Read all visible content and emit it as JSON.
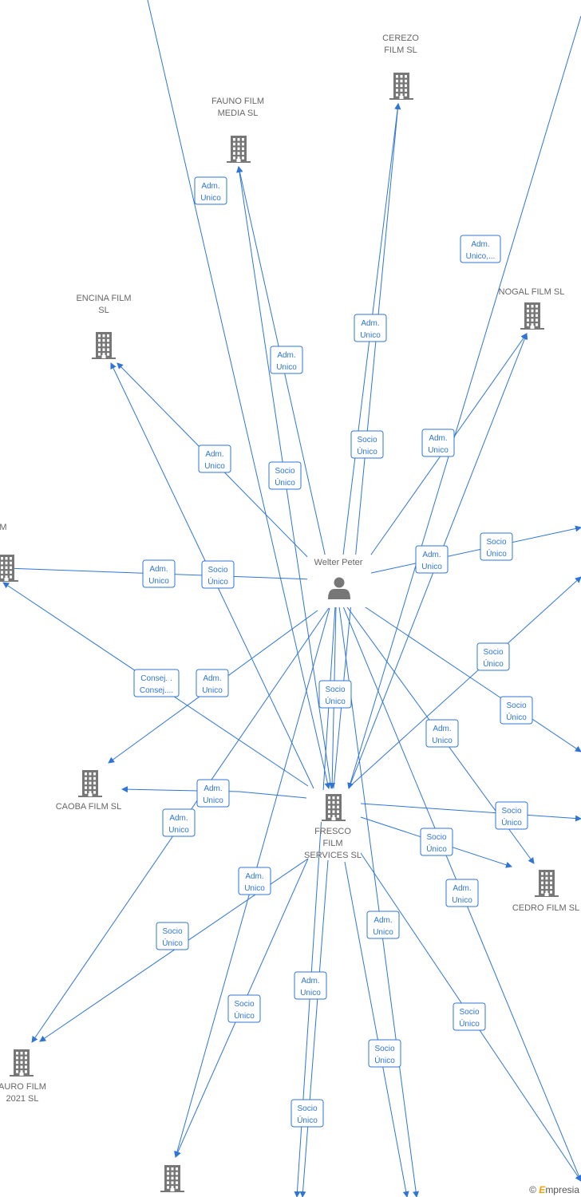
{
  "colors": {
    "edge": "#2f75d6",
    "node_icon": "#777777",
    "label": "#666666"
  },
  "people": [
    {
      "id": "welter",
      "name": "Welter Peter",
      "icon": "person-icon"
    }
  ],
  "companies": [
    {
      "id": "cerezo",
      "label": [
        "CEREZO",
        "FILM  SL"
      ],
      "icon": "building-icon"
    },
    {
      "id": "fauno",
      "label": [
        "FAUNO FILM",
        "MEDIA  SL"
      ],
      "icon": "building-icon"
    },
    {
      "id": "nogal",
      "label": [
        "NOGAL FILM  SL"
      ],
      "icon": "building-icon"
    },
    {
      "id": "encina",
      "label": [
        "ENCINA FILM",
        "SL"
      ],
      "icon": "building-icon"
    },
    {
      "id": "left",
      "label": [
        "M"
      ],
      "icon": "building-icon"
    },
    {
      "id": "caoba",
      "label": [
        "CAOBA FILM  SL"
      ],
      "icon": "building-icon"
    },
    {
      "id": "fresco",
      "label": [
        "FRESCO",
        "FILM",
        "SERVICES SL"
      ],
      "icon": "building-icon"
    },
    {
      "id": "cedro",
      "label": [
        "CEDRO FILM  SL"
      ],
      "icon": "building-icon"
    },
    {
      "id": "lauro",
      "label": [
        "AURO FILM",
        "2021  SL"
      ],
      "icon": "building-icon"
    },
    {
      "id": "bottom",
      "label": [],
      "icon": "building-icon"
    }
  ],
  "edge_labels": [
    [
      "Adm.",
      "Unico"
    ],
    [
      "Adm.",
      "Unico,..."
    ],
    [
      "Adm.",
      "Unico"
    ],
    [
      "Adm.",
      "Unico"
    ],
    [
      "Socio",
      "Único"
    ],
    [
      "Adm.",
      "Unico"
    ],
    [
      "Adm.",
      "Unico"
    ],
    [
      "Socio",
      "Único"
    ],
    [
      "Adm.",
      "Unico"
    ],
    [
      "Socio",
      "Único"
    ],
    [
      "Socio",
      "Único"
    ],
    [
      "Adm.",
      "Unico"
    ],
    [
      "Socio",
      "Único"
    ],
    [
      "Adm.",
      "Unico"
    ],
    [
      "Consej. .",
      "Consej...."
    ],
    [
      "Socio",
      "Único"
    ],
    [
      "Adm.",
      "Unico"
    ],
    [
      "Adm.",
      "Unico"
    ],
    [
      "Socio",
      "Único"
    ],
    [
      "Adm.",
      "Unico"
    ],
    [
      "Socio",
      "Único"
    ],
    [
      "Socio",
      "Único"
    ],
    [
      "Adm.",
      "Unico"
    ],
    [
      "Adm.",
      "Unico"
    ],
    [
      "Adm.",
      "Unico"
    ],
    [
      "Socio",
      "Único"
    ],
    [
      "Adm.",
      "Unico"
    ],
    [
      "Socio",
      "Único"
    ],
    [
      "Socio",
      "Único"
    ],
    [
      "Socio",
      "Único"
    ],
    [
      "Socio",
      "Único"
    ]
  ],
  "watermark": {
    "copyright": "©",
    "brand_initial": "E",
    "brand_rest": "mpresia"
  }
}
